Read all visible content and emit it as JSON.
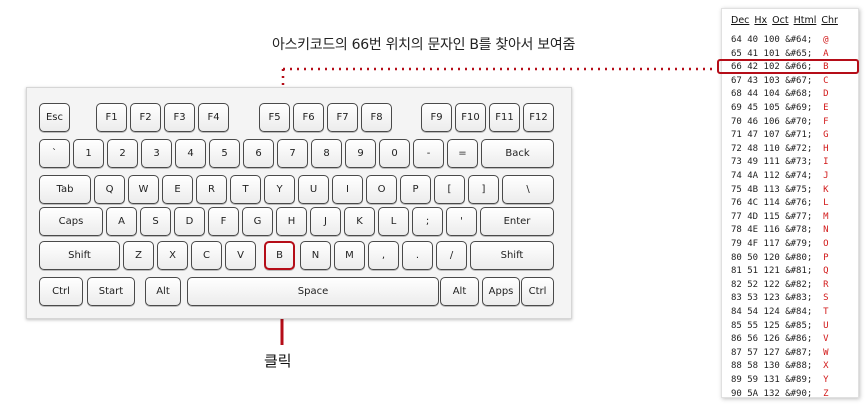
{
  "caption": "아스키코드의 66번 위치의 문자인 B를 찾아서 보여줌",
  "click_label": "클릭",
  "keyboard": {
    "highlight_key": "B",
    "rows": [
      [
        "Esc",
        "F1",
        "F2",
        "F3",
        "F4",
        "F5",
        "F6",
        "F7",
        "F8",
        "F9",
        "F10",
        "F11",
        "F12"
      ],
      [
        "`",
        "1",
        "2",
        "3",
        "4",
        "5",
        "6",
        "7",
        "8",
        "9",
        "0",
        "-",
        "=",
        "Back"
      ],
      [
        "Tab",
        "Q",
        "W",
        "E",
        "R",
        "T",
        "Y",
        "U",
        "I",
        "O",
        "P",
        "[",
        "]",
        "\\"
      ],
      [
        "Caps",
        "A",
        "S",
        "D",
        "F",
        "G",
        "H",
        "J",
        "K",
        "L",
        ";",
        "'",
        "Enter"
      ],
      [
        "Shift",
        "Z",
        "X",
        "C",
        "V",
        "B",
        "N",
        "M",
        ",",
        ".",
        "/",
        "Shift"
      ],
      [
        "Ctrl",
        "Start",
        "Alt",
        "Space",
        "Alt",
        "Apps",
        "Ctrl"
      ]
    ]
  },
  "ascii_table": {
    "headers": [
      "Dec",
      "Hx",
      "Oct",
      "Html",
      "Chr"
    ],
    "highlight_dec": "66",
    "rows": [
      [
        "64",
        "40",
        "100",
        "&#64;",
        "@"
      ],
      [
        "65",
        "41",
        "101",
        "&#65;",
        "A"
      ],
      [
        "66",
        "42",
        "102",
        "&#66;",
        "B"
      ],
      [
        "67",
        "43",
        "103",
        "&#67;",
        "C"
      ],
      [
        "68",
        "44",
        "104",
        "&#68;",
        "D"
      ],
      [
        "69",
        "45",
        "105",
        "&#69;",
        "E"
      ],
      [
        "70",
        "46",
        "106",
        "&#70;",
        "F"
      ],
      [
        "71",
        "47",
        "107",
        "&#71;",
        "G"
      ],
      [
        "72",
        "48",
        "110",
        "&#72;",
        "H"
      ],
      [
        "73",
        "49",
        "111",
        "&#73;",
        "I"
      ],
      [
        "74",
        "4A",
        "112",
        "&#74;",
        "J"
      ],
      [
        "75",
        "4B",
        "113",
        "&#75;",
        "K"
      ],
      [
        "76",
        "4C",
        "114",
        "&#76;",
        "L"
      ],
      [
        "77",
        "4D",
        "115",
        "&#77;",
        "M"
      ],
      [
        "78",
        "4E",
        "116",
        "&#78;",
        "N"
      ],
      [
        "79",
        "4F",
        "117",
        "&#79;",
        "O"
      ],
      [
        "80",
        "50",
        "120",
        "&#80;",
        "P"
      ],
      [
        "81",
        "51",
        "121",
        "&#81;",
        "Q"
      ],
      [
        "82",
        "52",
        "122",
        "&#82;",
        "R"
      ],
      [
        "83",
        "53",
        "123",
        "&#83;",
        "S"
      ],
      [
        "84",
        "54",
        "124",
        "&#84;",
        "T"
      ],
      [
        "85",
        "55",
        "125",
        "&#85;",
        "U"
      ],
      [
        "86",
        "56",
        "126",
        "&#86;",
        "V"
      ],
      [
        "87",
        "57",
        "127",
        "&#87;",
        "W"
      ],
      [
        "88",
        "58",
        "130",
        "&#88;",
        "X"
      ],
      [
        "89",
        "59",
        "131",
        "&#89;",
        "Y"
      ],
      [
        "90",
        "5A",
        "132",
        "&#90;",
        "Z"
      ]
    ]
  },
  "colors": {
    "highlight": "#b50d18",
    "chr": "#d21a1a"
  }
}
